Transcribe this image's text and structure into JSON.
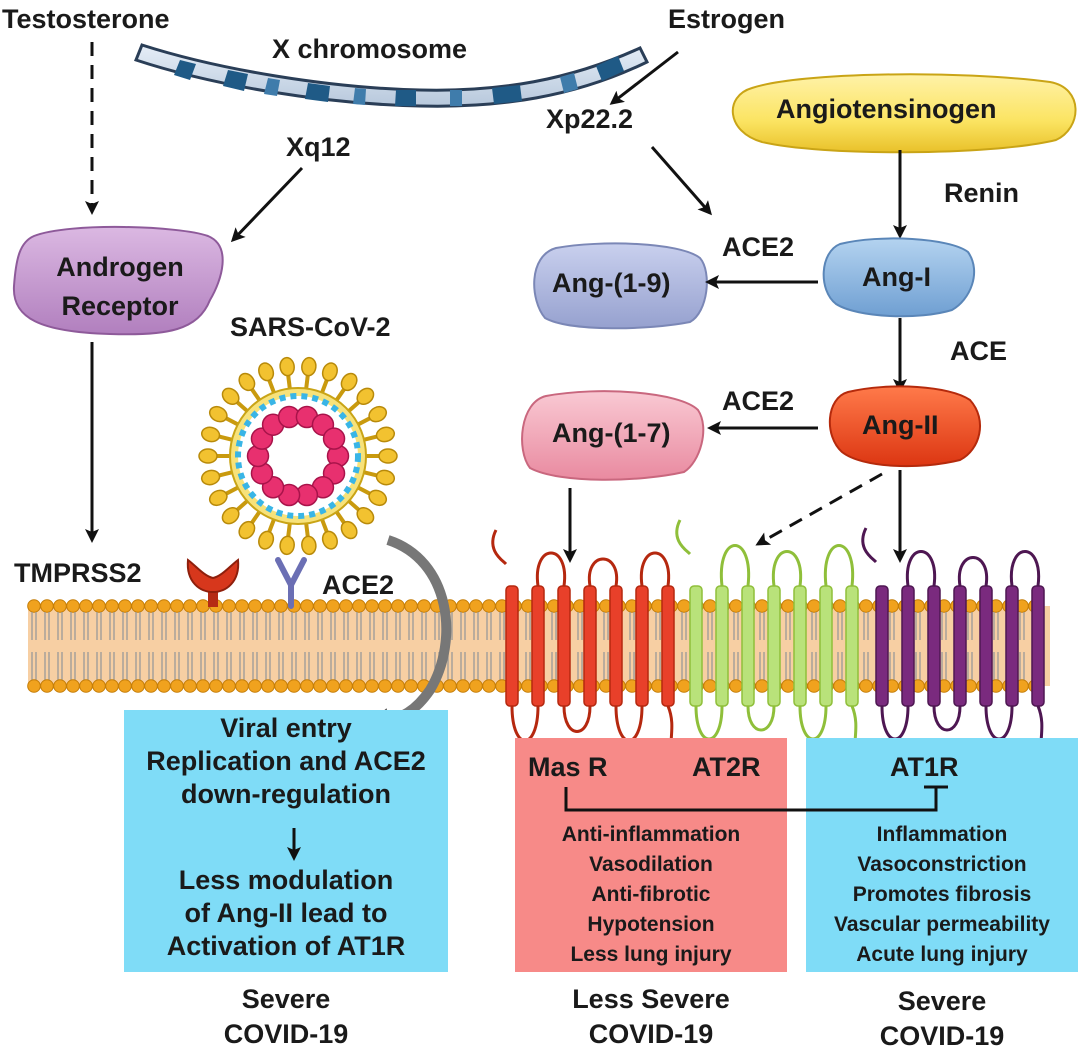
{
  "labels": {
    "testosterone": "Testosterone",
    "x_chromosome": "X chromosome",
    "estrogen": "Estrogen",
    "xq12": "Xq12",
    "xp22": "Xp22.2",
    "angiotensinogen": "Angiotensinogen",
    "renin": "Renin",
    "androgen_receptor": [
      "Androgen",
      "Receptor"
    ],
    "ace2_top": "ACE2",
    "ang_1_9": "Ang-(1-9)",
    "ang_i": "Ang-I",
    "ace": "ACE",
    "sars_cov2": "SARS-CoV-2",
    "ace2_mid": "ACE2",
    "ang_1_7": "Ang-(1-7)",
    "ang_ii": "Ang-II",
    "tmprss2": "TMPRSS2",
    "ace2_membrane": "ACE2",
    "mas_r": "Mas R",
    "at2r": "AT2R",
    "at1r": "AT1R"
  },
  "boxes": {
    "left": {
      "lines_top": [
        "Viral entry",
        "Replication and ACE2",
        "down-regulation"
      ],
      "lines_bottom": [
        "Less modulation",
        "of Ang-II lead to",
        "Activation of AT1R"
      ]
    },
    "middle": {
      "lines": [
        "Anti-inflammation",
        "Vasodilation",
        "Anti-fibrotic",
        "Hypotension",
        "Less lung injury"
      ]
    },
    "right": {
      "lines": [
        "Inflammation",
        "Vasoconstriction",
        "Promotes fibrosis",
        "Vascular permeability",
        "Acute lung injury"
      ]
    }
  },
  "outcomes": {
    "left": [
      "Severe",
      "COVID-19"
    ],
    "middle": [
      "Less Severe",
      "COVID-19"
    ],
    "right": [
      "Severe",
      "COVID-19"
    ]
  },
  "colors": {
    "box_blue": "#7fdcf7",
    "box_red": "#f78a88",
    "androgen": "#c79bd0",
    "ang_1_9": "#aab4dc",
    "ang_i": "#8ab6e0",
    "ang_1_7": "#f2a3b4",
    "ang_ii": "#f04b23",
    "angiotensinogen": "#fbe462",
    "membrane_head": "#f0a21e",
    "membrane_fill": "#f7cfa3",
    "mas_receptor": "#e8402a",
    "at2_receptor": "#b9e27a",
    "at1_receptor": "#7a2a7e",
    "virus_spike": "#f2c230",
    "virus_core": "#e8306f"
  }
}
